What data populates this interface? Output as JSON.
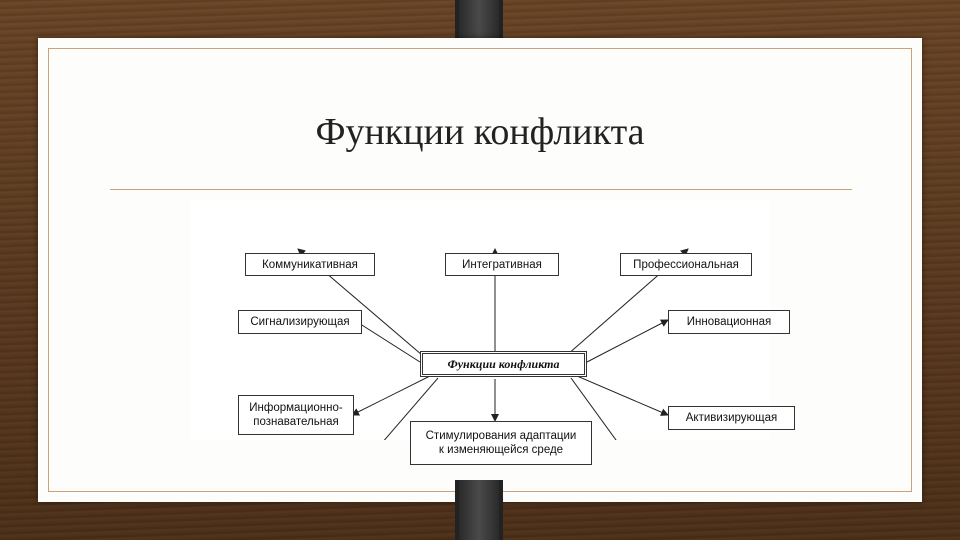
{
  "slide": {
    "title": "Функции конфликта"
  },
  "diagram": {
    "center": "Функции конфликта",
    "nodes": {
      "communicative": "Коммуникативная",
      "integrative": "Интегративная",
      "professional": "Профессиональная",
      "signaling": "Сигнализирующая",
      "innovative": "Инновационная",
      "informative_line1": "Информационно-",
      "informative_line2": "познавательная",
      "activating": "Активизирующая",
      "adaptation_line1": "Стимулирования адаптации",
      "adaptation_line2": "к изменяющейся среде"
    }
  }
}
